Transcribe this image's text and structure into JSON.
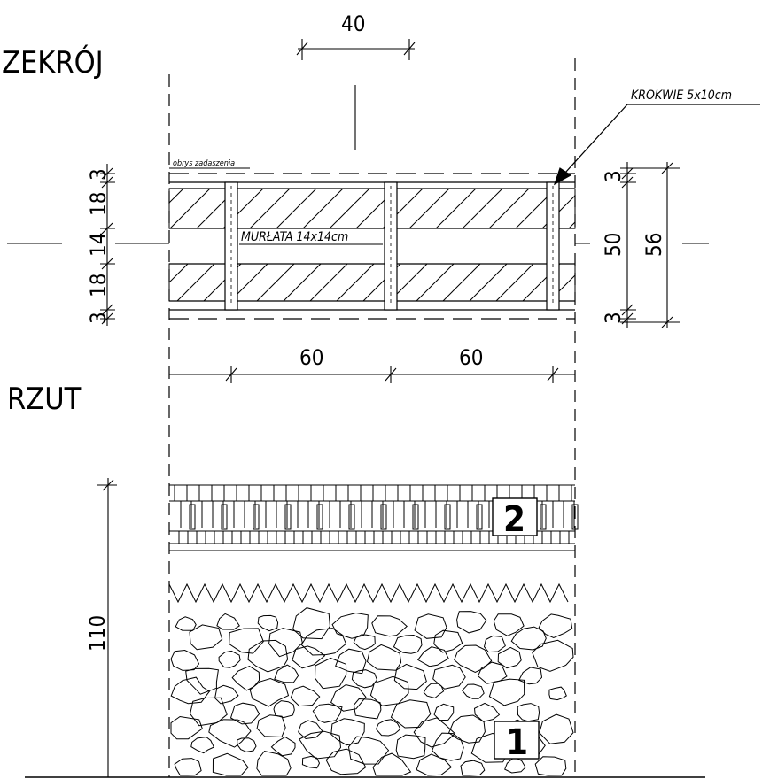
{
  "titles": {
    "section": "ZEKRÓJ",
    "plan": "RZUT"
  },
  "labels": {
    "rafters": "KROKWIE 5x10cm",
    "wall_plate": "MURŁATA 14x14cm",
    "roof_outline": "obrys zadaszenia",
    "marker_2": "2",
    "marker_1": "1"
  },
  "dimensions": {
    "top": "40",
    "left": [
      "3",
      "18",
      "14",
      "18",
      "3"
    ],
    "right_small_top": "3",
    "right_small_bottom": "3",
    "right_50": "50",
    "right_56": "56",
    "spacing_1": "60",
    "spacing_2": "60",
    "height": "110"
  }
}
